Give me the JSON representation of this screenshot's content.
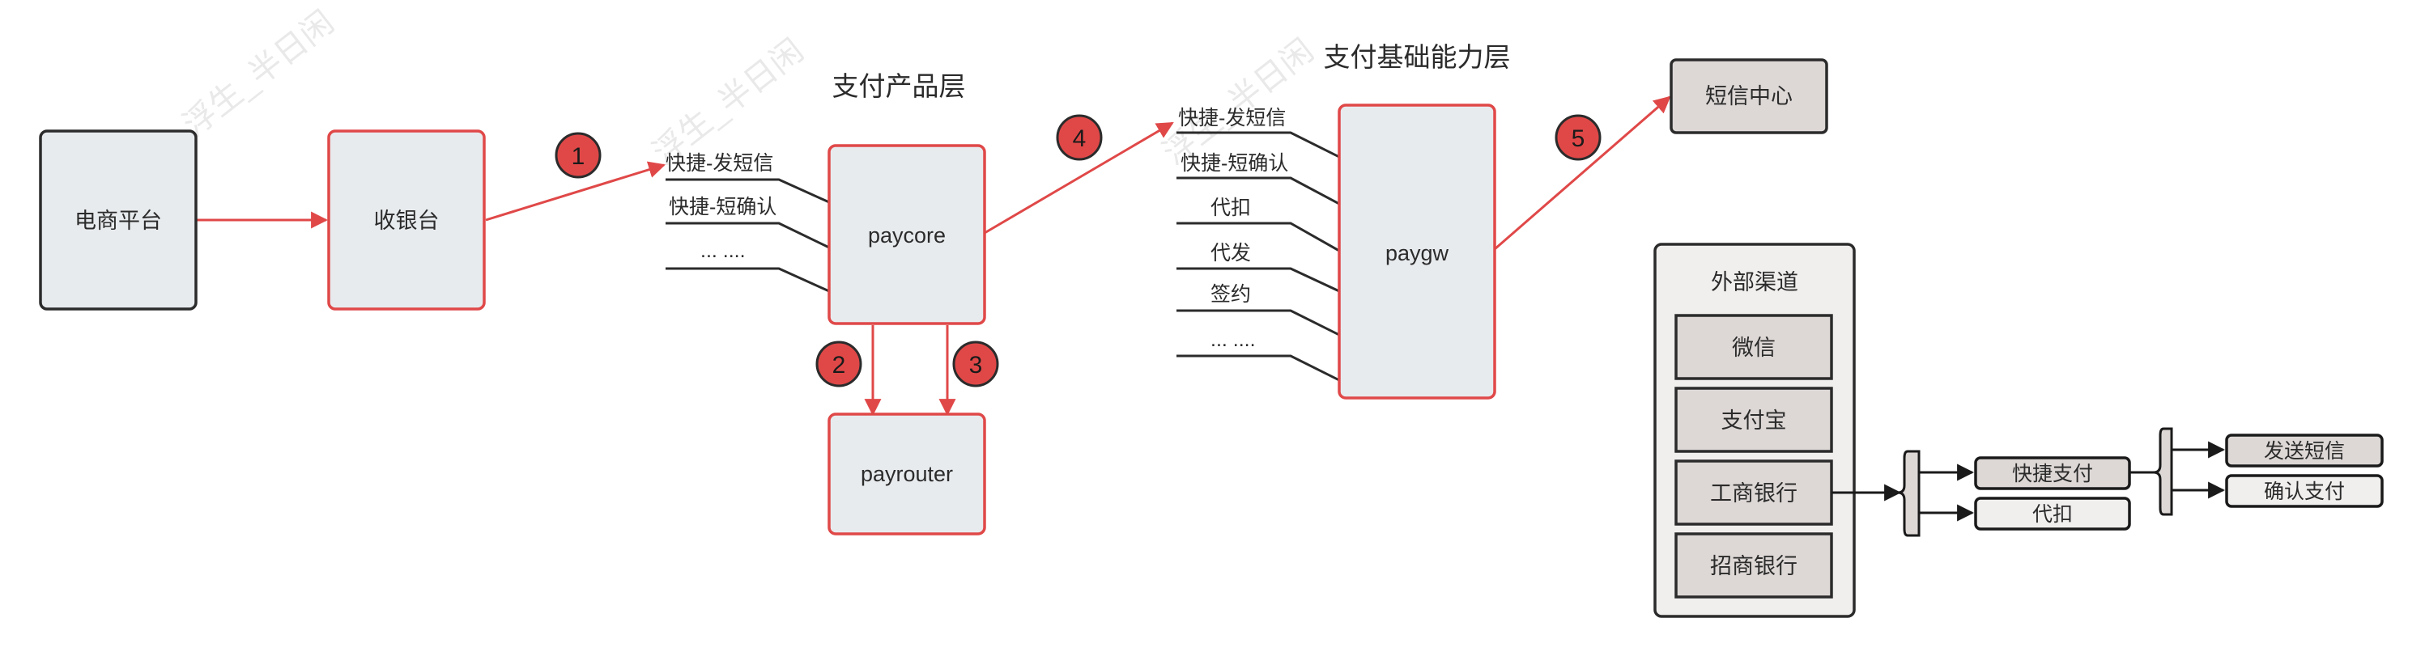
{
  "watermark": "浮生_半日闲",
  "layers": {
    "product_title": "支付产品层",
    "basic_title": "支付基础能力层"
  },
  "nodes": {
    "ecommerce": "电商平台",
    "cashier": "收银台",
    "paycore": "paycore",
    "payrouter": "payrouter",
    "paygw": "paygw",
    "sms_center": "短信中心"
  },
  "paycore_interfaces": [
    "快捷-发短信",
    "快捷-短确认",
    "... ...."
  ],
  "paygw_interfaces": [
    "快捷-发短信",
    "快捷-短确认",
    "代扣",
    "代发",
    "签约",
    "... ...."
  ],
  "steps": [
    "1",
    "2",
    "3",
    "4",
    "5"
  ],
  "external": {
    "title": "外部渠道",
    "channels": [
      "微信",
      "支付宝",
      "工商银行",
      "招商银行"
    ],
    "icbc_products": [
      "快捷支付",
      "代扣"
    ],
    "quick_pay_actions": [
      "发送短信",
      "确认支付"
    ]
  },
  "colors": {
    "accent_red": "#e04848",
    "node_fill": "#e8ebee",
    "channel_fill": "#ddd8d6",
    "panel_fill": "#f1efee",
    "dark_stroke": "#2b2b2b"
  }
}
